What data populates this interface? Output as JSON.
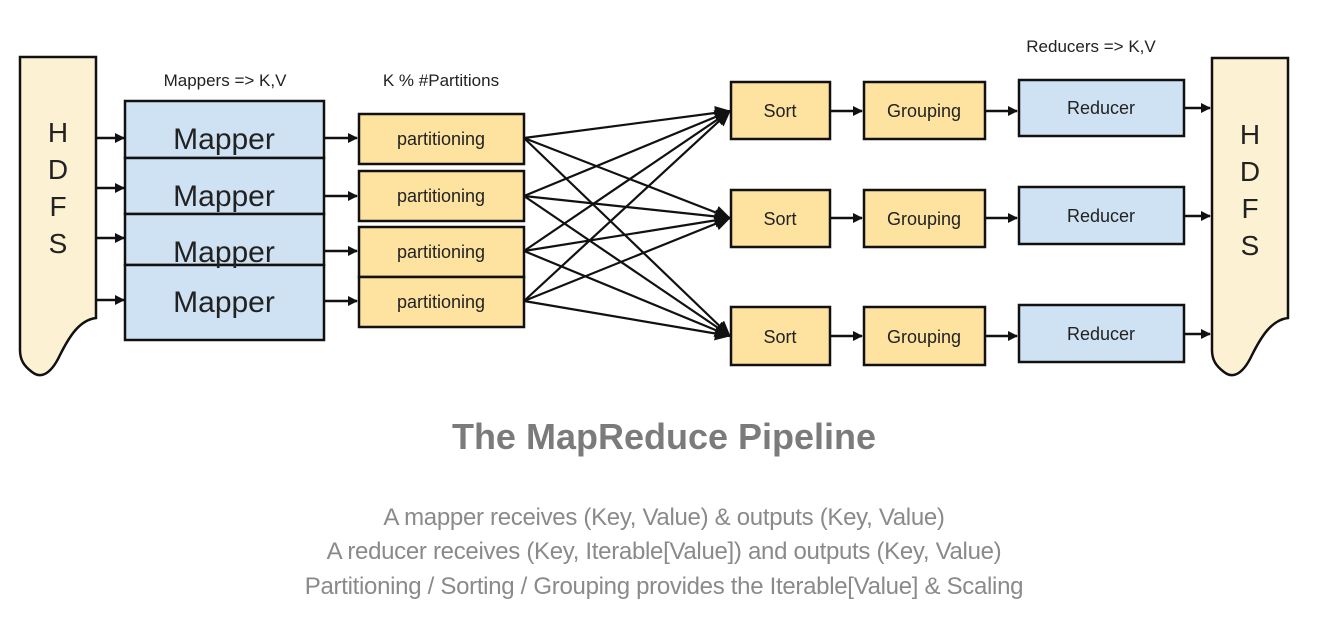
{
  "diagram": {
    "colors": {
      "hdfs_fill": "#fdf1d4",
      "mapper_fill": "#cfe2f3",
      "partition_fill": "#fde2a0",
      "sort_fill": "#fde2a0",
      "grouping_fill": "#fde2a0",
      "reducer_fill": "#cfe2f3",
      "stroke": "#111111",
      "label_text": "#222222"
    },
    "labels": {
      "mappers_header": "Mappers => K,V",
      "partitions_header": "K % #Partitions",
      "reducers_header": "Reducers => K,V"
    },
    "hdfs_input": {
      "letters": [
        "H",
        "D",
        "F",
        "S"
      ]
    },
    "hdfs_output": {
      "letters": [
        "H",
        "D",
        "F",
        "S"
      ]
    },
    "mappers": [
      "Mapper",
      "Mapper",
      "Mapper",
      "Mapper"
    ],
    "partitions": [
      "partitioning",
      "partitioning",
      "partitioning",
      "partitioning"
    ],
    "reduce_lanes": [
      {
        "sort": "Sort",
        "grouping": "Grouping",
        "reducer": "Reducer"
      },
      {
        "sort": "Sort",
        "grouping": "Grouping",
        "reducer": "Reducer"
      },
      {
        "sort": "Sort",
        "grouping": "Grouping",
        "reducer": "Reducer"
      }
    ],
    "shuffle": "every partition connects to every sort"
  },
  "caption": {
    "title": "The MapReduce Pipeline",
    "lines": [
      "A mapper receives (Key, Value) & outputs (Key, Value)",
      "A reducer receives (Key, Iterable[Value]) and outputs (Key, Value)",
      "Partitioning / Sorting / Grouping provides the Iterable[Value] & Scaling"
    ]
  }
}
